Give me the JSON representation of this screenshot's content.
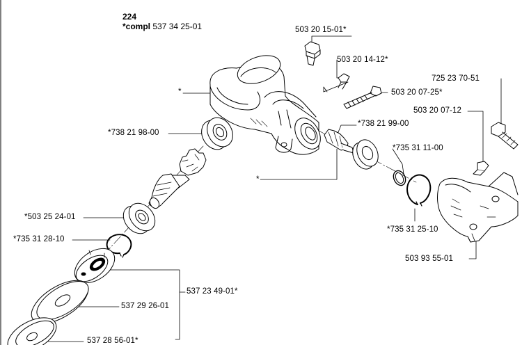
{
  "header": {
    "number": "224",
    "compl_prefix": "*compl",
    "compl_part": " 537 34 25-01"
  },
  "callouts": {
    "bolt_top": "503 20 15-01*",
    "screw_small": "503 20 14-12*",
    "screw_long": "503 20 07-25*",
    "screw_cover_bolt": "725 23 70-51",
    "screw_cover": "503 20 07-12",
    "bearing_upper": "*738 21 98-00",
    "bearing_right": "*738 21 99-00",
    "ring_right": "*735 31 11-00",
    "housing": "*",
    "gear_shaft": "*",
    "bearing_lower": "*503 25 24-01",
    "circlip_lower": "*735 31 28-10",
    "circlip_right": "*735 31 25-10",
    "guard_cover": "503 93 55-01",
    "kit": "537 23 49-01*",
    "washer": "537 29 26-01",
    "cup_washer": "537 28 56-01*"
  }
}
